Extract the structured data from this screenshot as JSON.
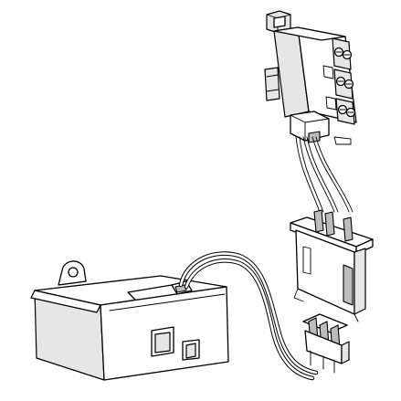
{
  "figure": {
    "kind": "technical line drawing",
    "parts": [
      "auxiliary-contact-module",
      "wiring-harness",
      "plug-connector",
      "connector-socket",
      "mounting-bracket"
    ],
    "colors": {
      "line": "#000000",
      "background": "#ffffff",
      "shade": "#e6e6e6"
    }
  }
}
